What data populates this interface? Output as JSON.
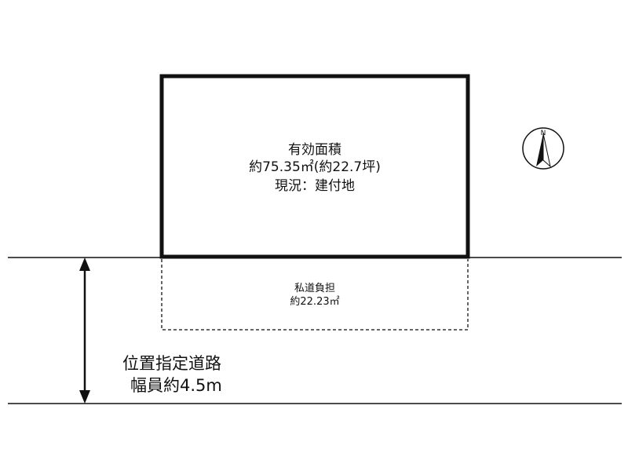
{
  "lot": {
    "title": "有効面積",
    "area": "約75.35㎡(約22.7坪)",
    "status": "現況：建付地"
  },
  "private_road": {
    "title": "私道負担",
    "area": "約22.23㎡"
  },
  "road": {
    "type": "位置指定道路",
    "width": "幅員約4.5m"
  },
  "compass": {
    "label": "N"
  },
  "colors": {
    "line": "#111111",
    "background": "#ffffff"
  }
}
